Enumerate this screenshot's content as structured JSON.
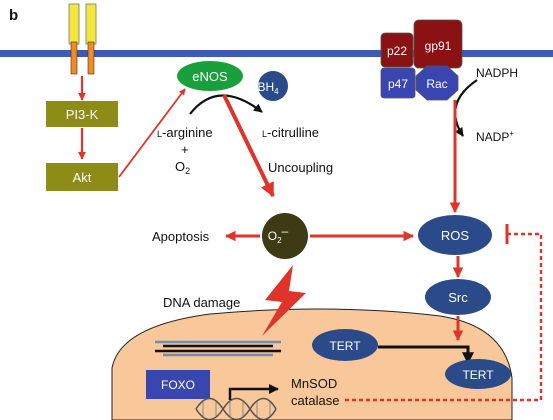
{
  "panel_label": "b",
  "nodes": {
    "pi3k": "PI3-K",
    "akt": "Akt",
    "enos": "eNOS",
    "bh4_main": "BH",
    "bh4_sub": "4",
    "p22": "p22",
    "gp91": "gp91",
    "p47": "p47",
    "rac": "Rac",
    "o2_radical_main": "O",
    "o2_radical_sub": "2",
    "o2_radical_sup": "–",
    "ros": "ROS",
    "src": "Src",
    "tert_nuclear": "TERT",
    "tert_cytosolic": "TERT",
    "foxo": "FOXO"
  },
  "labels": {
    "larginine_prefix": "L",
    "larginine": "-arginine",
    "plus": "+",
    "o2_main": "O",
    "o2_sub": "2",
    "lcitrulline_prefix": "L",
    "lcitrulline": "-citrulline",
    "nadph": "NADPH",
    "nadp_main": "NADP",
    "nadp_sup": "+",
    "uncoupling": "Uncoupling",
    "apoptosis": "Apoptosis",
    "dna_damage": "DNA damage",
    "mnsod": "MnSOD",
    "catalase": "catalase"
  },
  "colors": {
    "membrane": "#3b5bb5",
    "receptor": "#f5e63b",
    "receptor_stalk": "#f28a1e",
    "olive": "#8c8c17",
    "enos_green": "#18a03c",
    "navy": "#2a4a8a",
    "indigo": "#3a46b0",
    "maroon": "#8b1212",
    "dark_olive": "#3d3a14",
    "red_arrow": "#e0342a",
    "nucleus": "#f9c89a",
    "black": "#111111",
    "white": "#ffffff"
  }
}
